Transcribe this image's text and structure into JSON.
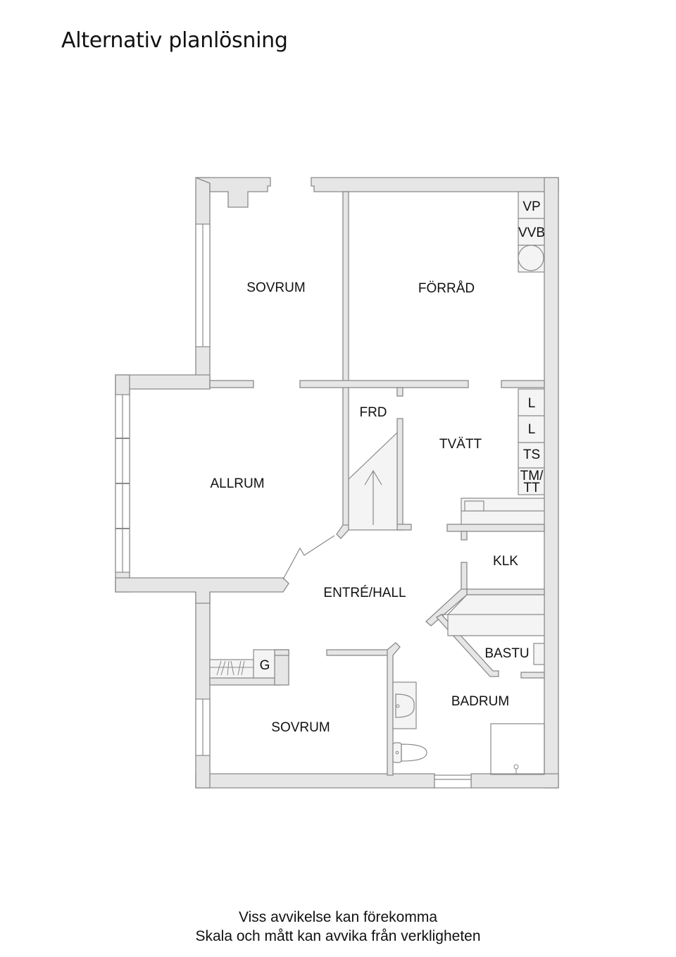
{
  "title": "Alternativ planlösning",
  "rooms": {
    "sovrum_top": "SOVRUM",
    "forrad": "FÖRRÅD",
    "allrum": "ALLRUM",
    "frd": "FRD",
    "tvatt": "TVÄTT",
    "entre": "ENTRÉ/HALL",
    "klk": "KLK",
    "bastu": "BASTU",
    "badrum": "BADRUM",
    "sovrum_bottom": "SOVRUM"
  },
  "fixtures": {
    "vp": "VP",
    "vvb": "VVB",
    "l1": "L",
    "l2": "L",
    "ts": "TS",
    "tm": "TM/",
    "tt": "TT",
    "g": "G"
  },
  "footer": {
    "line1": "Viss avvikelse kan förekomma",
    "line2": "Skala och mått kan avvika från verkligheten"
  },
  "colors": {
    "wall_fill": "#e6e6e6",
    "wall_stroke": "#8a8a8a",
    "text": "#111111"
  }
}
